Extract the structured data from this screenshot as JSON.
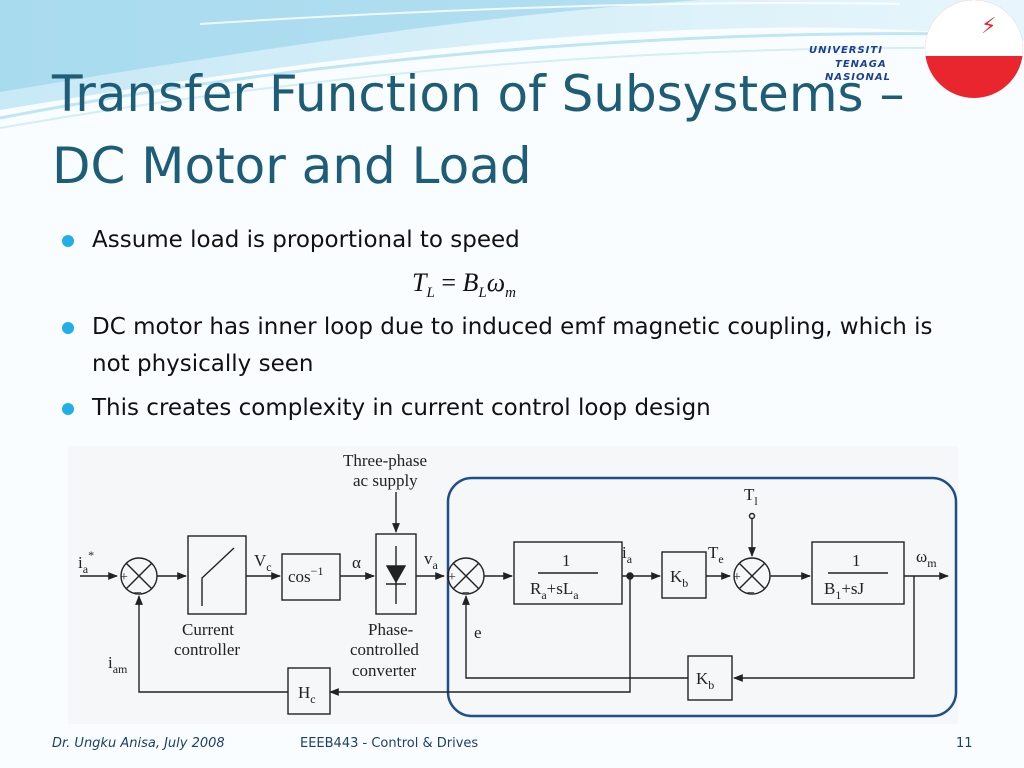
{
  "slide": {
    "title_line1": "Transfer Function of Subsystems –",
    "title_line2": "DC Motor and Load"
  },
  "logo": {
    "words": [
      "UNIVERSITI",
      "TENAGA",
      "NASIONAL"
    ],
    "colors": {
      "red": "#e9262d",
      "blue": "#1a3f9a"
    }
  },
  "bullets": [
    "Assume load is proportional to speed",
    "DC motor has inner loop due to induced emf magnetic coupling, which is not physically seen",
    "This creates complexity in current control loop design"
  ],
  "formula": {
    "lhs": "T",
    "lhs_sub": "L",
    "op": " = ",
    "rhs1": "B",
    "rhs1_sub": "L",
    "rhs2": "ω",
    "rhs2_sub": "m"
  },
  "diagram": {
    "supply_line1": "Three-phase",
    "supply_line2": "ac supply",
    "ia_ref": "i",
    "ia_ref_sub": "a",
    "ia_ref_sup": "*",
    "vc": "V",
    "vc_sub": "c",
    "cos_block": "cos",
    "cos_sup": "−1",
    "alpha": "α",
    "va": "v",
    "va_sub": "a",
    "current_controller_line1": "Current",
    "current_controller_line2": "controller",
    "converter_line1": "Phase-",
    "converter_line2": "controlled",
    "converter_line3": "converter",
    "armature_num": "1",
    "armature_den": "R",
    "armature_den_sub1": "a",
    "armature_den_mid": "+sL",
    "armature_den_sub2": "a",
    "ia_out": "i",
    "ia_out_sub": "a",
    "kb_forward": "K",
    "kb_forward_sub": "b",
    "te": "T",
    "te_sub": "e",
    "tl": "T",
    "tl_sub": "l",
    "mech_num": "1",
    "mech_den": "B",
    "mech_den_sub": "1",
    "mech_den_rest": "+sJ",
    "wm": "ω",
    "wm_sub": "m",
    "e_label": "e",
    "kb_feedback": "K",
    "kb_feedback_sub": "b",
    "iam": "i",
    "iam_sub": "am",
    "hc": "H",
    "hc_sub": "c",
    "plus": "+",
    "minus": "−"
  },
  "footer": {
    "author": "Dr. Ungku Anisa, July 2008",
    "course": "EEEB443 - Control & Drives",
    "page": "11"
  },
  "colors": {
    "title": "#1e5d78",
    "bullet": "#22aee6",
    "highlight_box": "#1f4e8c"
  }
}
